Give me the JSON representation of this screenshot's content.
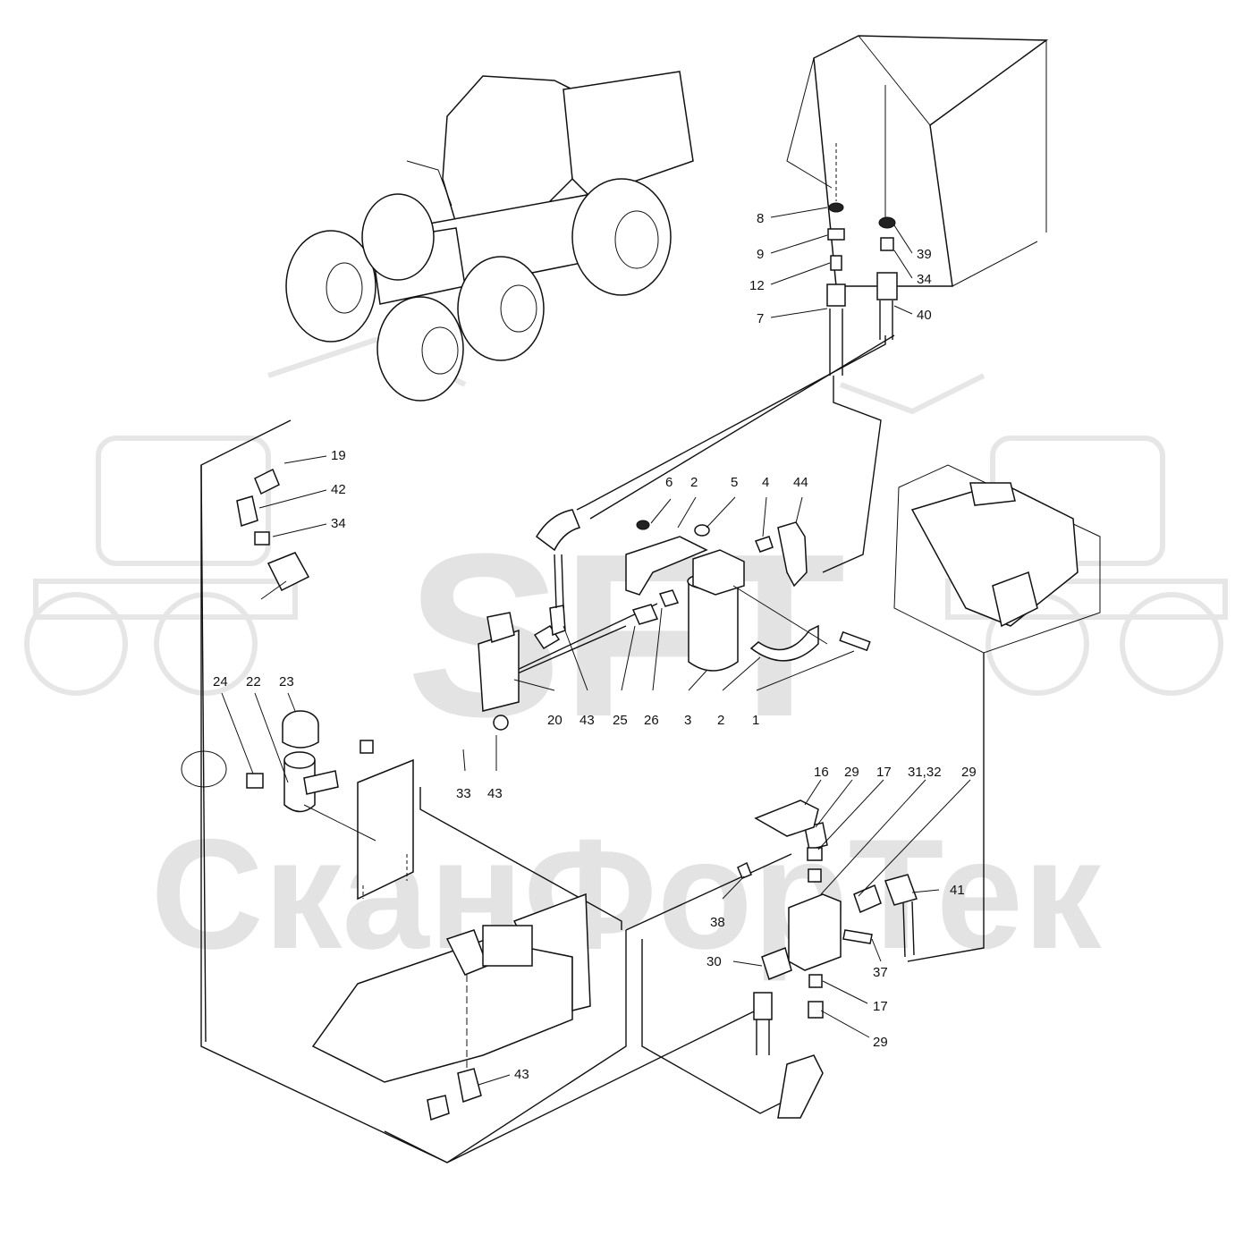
{
  "watermark": {
    "logo_text": "SFT",
    "brand_text": "СканФорТек"
  },
  "callouts": {
    "c8": "8",
    "c9": "9",
    "c12": "12",
    "c7": "7",
    "c39": "39",
    "c34a": "34",
    "c40": "40",
    "c19": "19",
    "c42": "42",
    "c34b": "34",
    "c6": "6",
    "c2a": "2",
    "c5": "5",
    "c4": "4",
    "c44": "44",
    "c24": "24",
    "c22": "22",
    "c23": "23",
    "c20": "20",
    "c43a": "43",
    "c25": "25",
    "c26": "26",
    "c3": "3",
    "c2b": "2",
    "c1": "1",
    "c33": "33",
    "c43b": "43",
    "c16": "16",
    "c29a": "29",
    "c17a": "17",
    "c3132": "31,32",
    "c29b": "29",
    "c38": "38",
    "c41": "41",
    "c30": "30",
    "c37": "37",
    "c17b": "17",
    "c29c": "29",
    "c43c": "43"
  }
}
